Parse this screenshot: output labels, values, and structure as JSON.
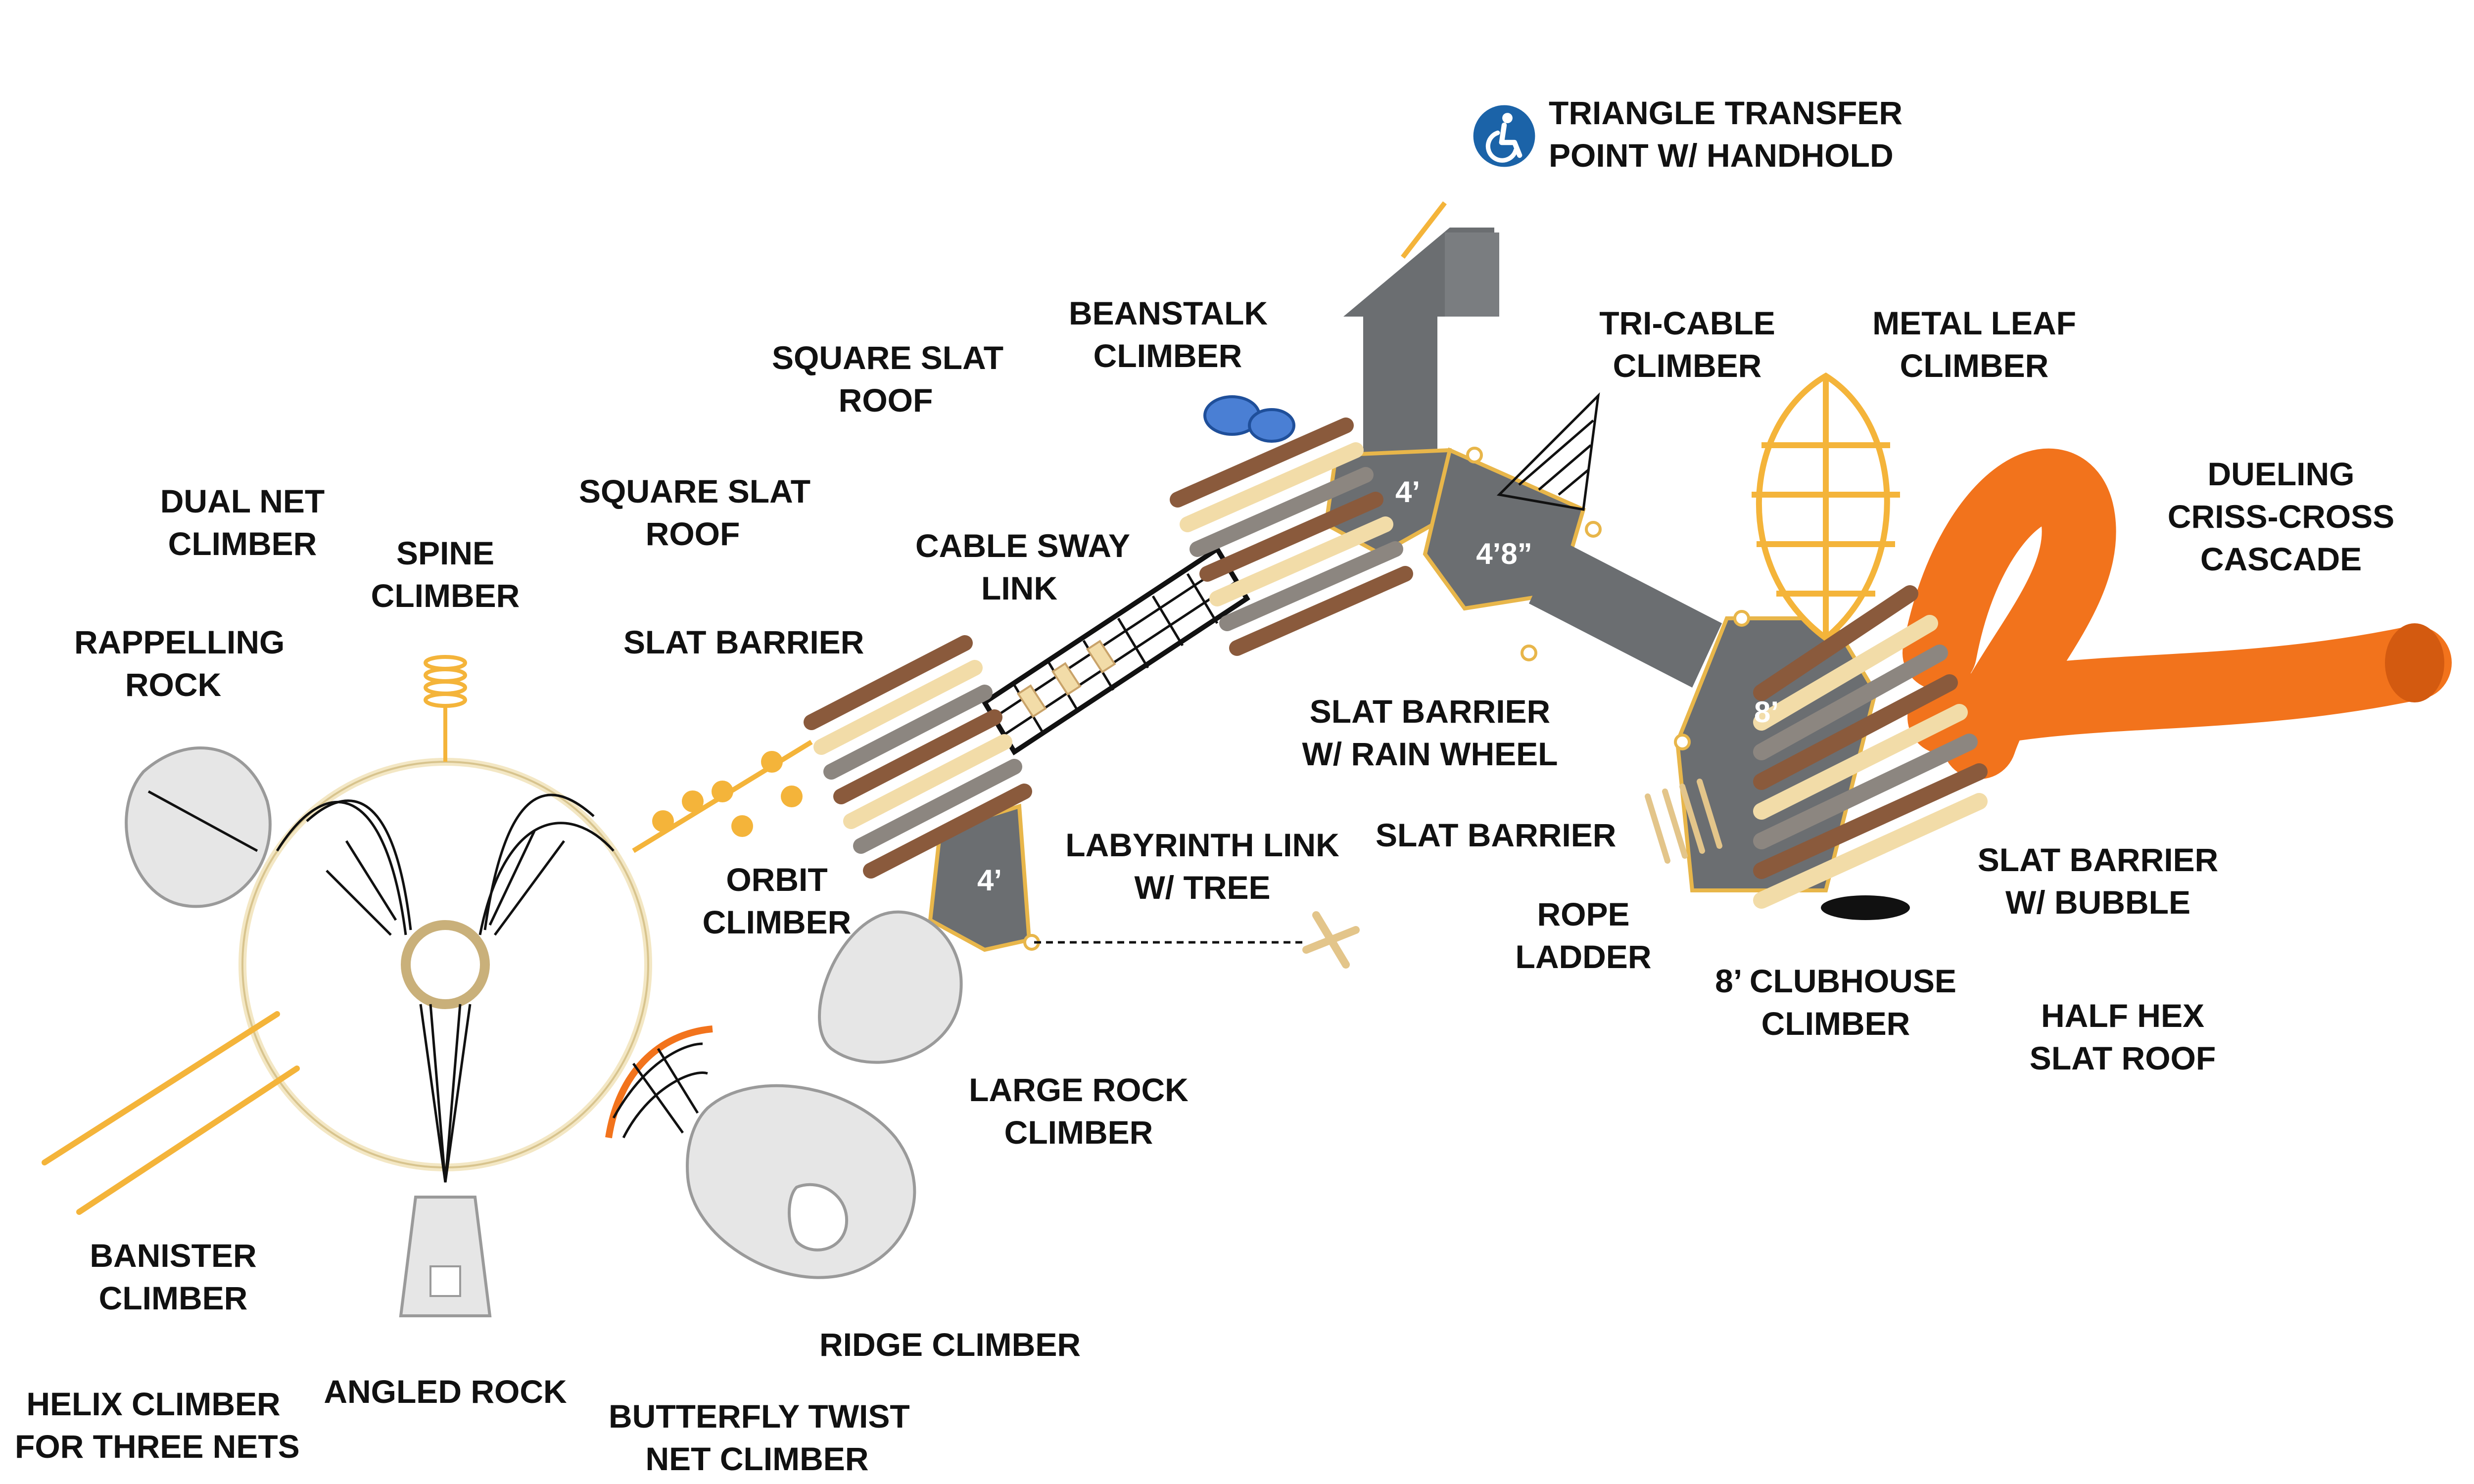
{
  "colors": {
    "deck": "#6b6e71",
    "deck_edge": "#e8b64a",
    "plank_brown": "#8a5a3c",
    "plank_tan": "#f2dca8",
    "plank_gray": "#8c8680",
    "slide": "#f2731c",
    "metal": "#f4b43a",
    "frame": "#f3e7c4",
    "rock": "#e6e6e6",
    "net": "#111111",
    "ada": "#1b63a8",
    "text": "#111111"
  },
  "icons": {
    "accessibility": "wheelchair-accessibility-icon"
  },
  "labels": {
    "triangle_transfer": [
      "TRIANGLE TRANSFER",
      "POINT W/ HANDHOLD"
    ],
    "beanstalk": [
      "BEANSTALK",
      "CLIMBER"
    ],
    "tri_cable": [
      "TRI-CABLE",
      "CLIMBER"
    ],
    "metal_leaf": [
      "METAL LEAF",
      "CLIMBER"
    ],
    "square_slat_roof_1": [
      "SQUARE SLAT",
      "ROOF"
    ],
    "square_slat_roof_2": [
      "SQUARE SLAT",
      "ROOF"
    ],
    "dual_net": [
      "DUAL NET",
      "CLIMBER"
    ],
    "spine": [
      "SPINE",
      "CLIMBER"
    ],
    "dueling": [
      "DUELING",
      "CRISS-CROSS",
      "CASCADE"
    ],
    "cable_sway": [
      "CABLE SWAY",
      "LINK"
    ],
    "rappelling": [
      "RAPPELLING",
      "ROCK"
    ],
    "slat_barrier_1": [
      "SLAT BARRIER"
    ],
    "slat_barrier_rain": [
      "SLAT BARRIER",
      "W/ RAIN WHEEL"
    ],
    "labyrinth": [
      "LABYRINTH LINK",
      "W/ TREE"
    ],
    "slat_barrier_2": [
      "SLAT BARRIER"
    ],
    "orbit": [
      "ORBIT",
      "CLIMBER"
    ],
    "slat_barrier_bubble": [
      "SLAT BARRIER",
      "W/ BUBBLE"
    ],
    "rope_ladder": [
      "ROPE",
      "LADDER"
    ],
    "clubhouse": [
      "8’ CLUBHOUSE",
      "CLIMBER"
    ],
    "half_hex": [
      "HALF HEX",
      "SLAT ROOF"
    ],
    "large_rock": [
      "LARGE ROCK",
      "CLIMBER"
    ],
    "banister": [
      "BANISTER",
      "CLIMBER"
    ],
    "ridge": [
      "RIDGE CLIMBER"
    ],
    "angled_rock": [
      "ANGLED ROCK"
    ],
    "helix": [
      "HELIX CLIMBER",
      "FOR THREE NETS"
    ],
    "butterfly": [
      "BUTTERFLY TWIST",
      "NET CLIMBER"
    ]
  },
  "deck_heights": {
    "deck_a": "4’",
    "deck_b": "4’8”",
    "deck_c": "8’",
    "deck_d": "4’"
  }
}
